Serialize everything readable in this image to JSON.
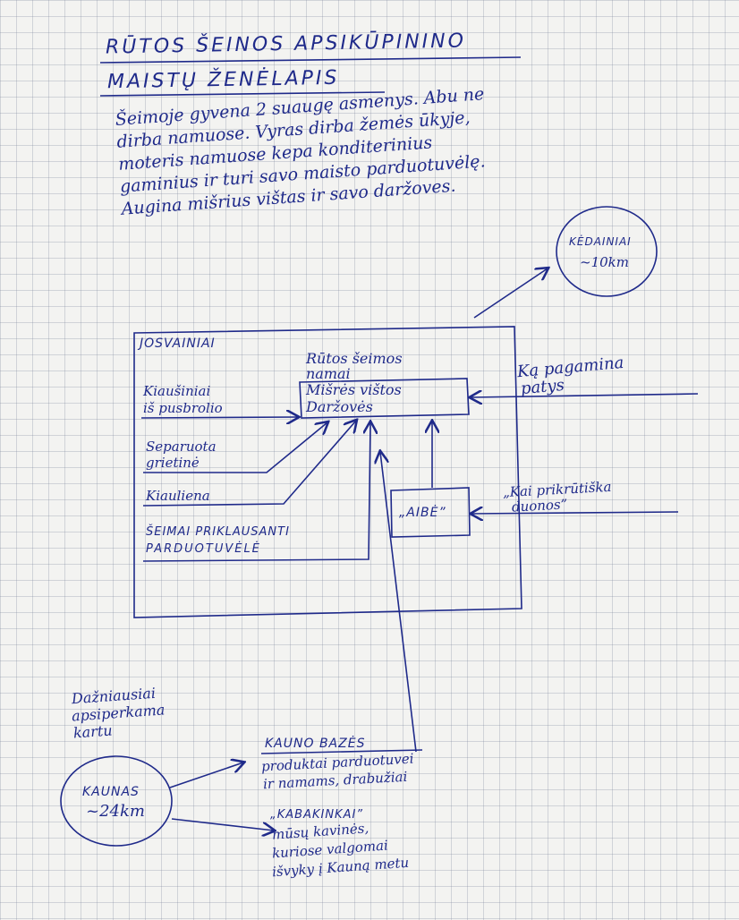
{
  "title": {
    "line1": "RŪTOS ŠEINOS APSIKŪPININO",
    "line2": "MAISTŲ ŽENĖLAPIS"
  },
  "intro": {
    "lines": [
      "Šeimoje gyvena 2 suaugę asmenys. Abu ne",
      "dirba namuose. Vyras dirba žemės ūkyje,",
      "moteris namuose kepa konditerinius",
      "gaminius ir turi savo maisto parduotuvėlę.",
      "Augina mišrius vištas ir savo daržoves."
    ]
  },
  "nodes": {
    "kedainiai": {
      "name": "KĖDAINIAI",
      "distance": "~10km"
    },
    "josvainiai": "JOSVAINIAI",
    "home": {
      "label_top": "Rūtos šeimos namai",
      "line1": "Mišrės vištos",
      "line2": "Daržovės"
    },
    "aibe": "„AIBĖ”",
    "kaunas": {
      "name": "KAUNAS",
      "distance": "~24km"
    }
  },
  "sources": {
    "kiausiniai": [
      "Kiaušiniai",
      "iš pusbrolio"
    ],
    "separuota": [
      "Separuota",
      "grietinė"
    ],
    "kiauliena": "Kiauliena",
    "parduotuvele": [
      "ŠEIMAI PRIKLAUSANTI",
      "PARDUOTUVĖLĖ"
    ],
    "pagamina": [
      "Ką pagamina",
      "patys"
    ],
    "duona": [
      "„Kai prikrūtiška",
      "duonos”"
    ],
    "daziausiai": [
      "Dažniausiai",
      "apsiperkama",
      "kartu"
    ],
    "kauno_bazes": [
      "KAUNO BAZĖS",
      "produktai parduotuvei",
      "ir namams, drabužiai"
    ],
    "kabakinkai": [
      "„KABAKINKAI”",
      "mūsų kavinės,",
      "kuriose valgomai",
      "išvyky į Kauną metu"
    ]
  }
}
